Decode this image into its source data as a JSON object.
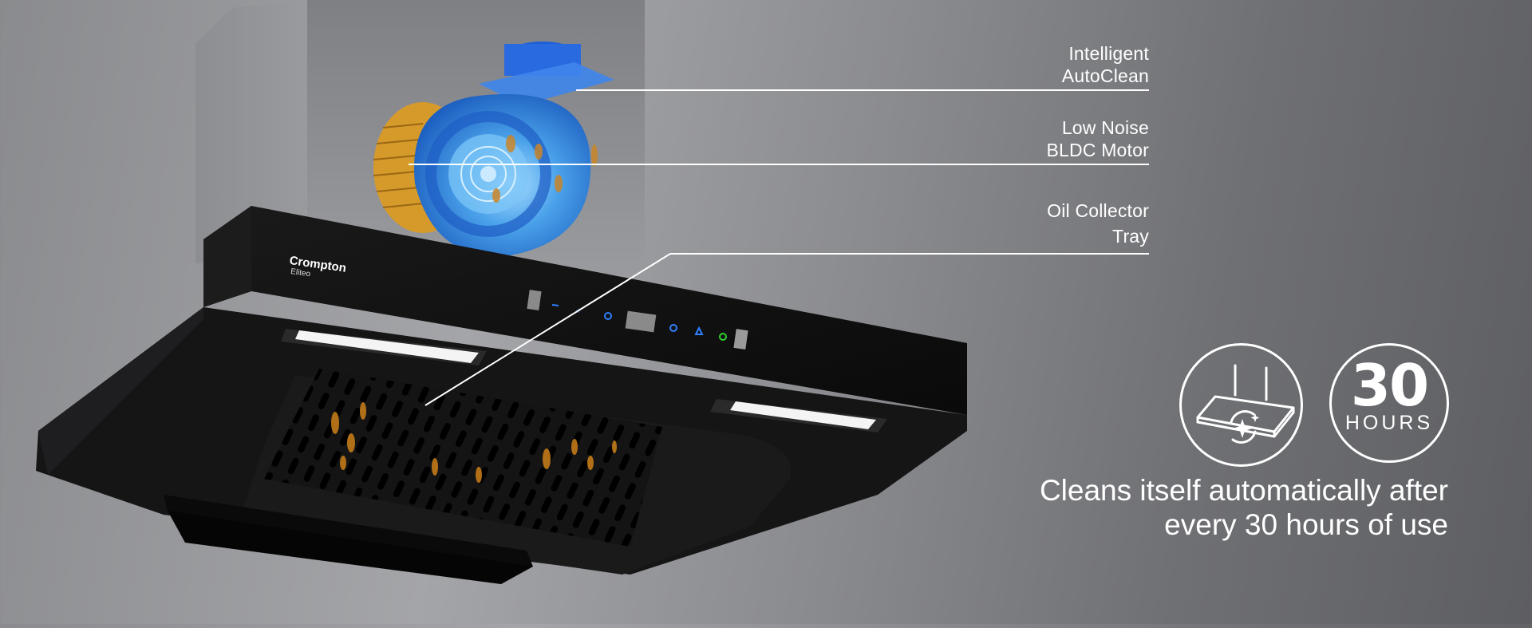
{
  "product": {
    "brand": "Crompton",
    "model": "Eliteo"
  },
  "callouts": [
    {
      "id": "autoclean",
      "line1": "Intelligent",
      "line2": "AutoClean"
    },
    {
      "id": "motor",
      "line1": "Low Noise",
      "line2": "BLDC Motor"
    },
    {
      "id": "tray",
      "line1": "Oil Collector",
      "line2": "Tray"
    }
  ],
  "badges": {
    "hours_number": "30",
    "hours_unit": "HOURS",
    "autoclean_icon": "hood-autoclean-icon"
  },
  "tagline": {
    "line1": "Cleans itself automatically after",
    "line2": "every 30 hours of use"
  },
  "colors": {
    "background_light": "#a4a5a8",
    "background_dark": "#5d5e62",
    "hood_body": "#0e0e0f",
    "motor_blue": "#3a8fe0",
    "accent_orange": "#e0a030",
    "led_green": "#2fd12f",
    "led_blue": "#2f7fff",
    "text": "#ffffff"
  },
  "control_panel": {
    "icons": [
      "minus-icon",
      "plus-icon",
      "home-icon",
      "display-window",
      "gear-icon",
      "triangle-icon",
      "power-icon"
    ]
  }
}
